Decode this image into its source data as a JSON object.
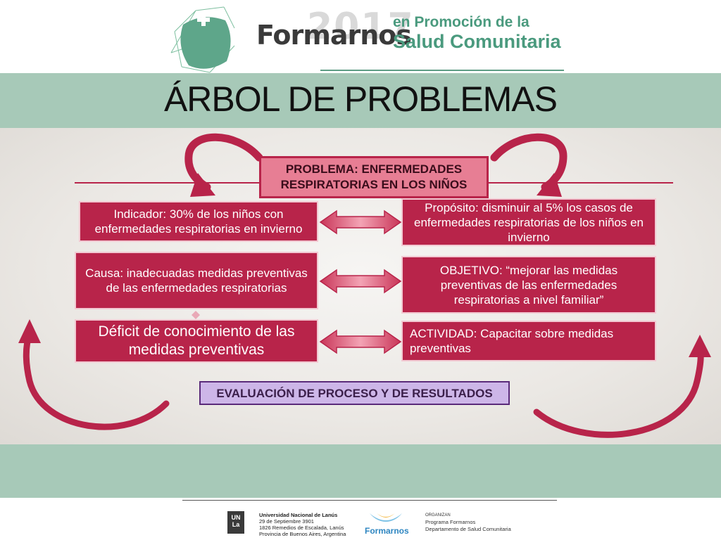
{
  "header": {
    "year": "2017",
    "brand": "Formarnos",
    "tagline_line1": "en Promoción de la",
    "tagline_line2": "Salud Comunitaria"
  },
  "title": "ÁRBOL DE PROBLEMAS",
  "diagram": {
    "problem": "PROBLEMA: ENFERMEDADES RESPIRATORIAS EN LOS NIÑOS",
    "indicador": "Indicador: 30% de los niños con enfermedades respiratorias en invierno",
    "proposito": "Propósito: disminuir al 5% los casos de enfermedades respiratorias de los niños en invierno",
    "causa": "Causa: inadecuadas medidas preventivas de las enfermedades respiratorias",
    "objetivo": "OBJETIVO: “mejorar las medidas preventivas de las enfermedades respiratorias a nivel familiar”",
    "deficit": "Déficit de conocimiento de las medidas preventivas",
    "actividad": "ACTIVIDAD: Capacitar sobre medidas preventivas",
    "evaluacion": "EVALUACIÓN DE PROCESO Y DE RESULTADOS"
  },
  "footer": {
    "unla_logo": "UN La",
    "unla_name": "Universidad Nacional de Lanús",
    "unla_address1": "29 de Septiembre 3901",
    "unla_address2": "1826 Remedios de Escalada, Lanús",
    "unla_address3": "Provincia de Buenos Aires, Argentina",
    "formarnos_logo": "Formarnos",
    "org_label": "ORGANIZAN",
    "org_line1": "Programa Formarnos",
    "org_line2": "Departamento de Salud Comunitaria"
  },
  "colors": {
    "box_red": "#b8244a",
    "problem_pink": "#e77e94",
    "band_green": "#a7c9b8",
    "brand_green": "#4a9a7e",
    "evaluacion_lavender": "#cdb6e8"
  }
}
